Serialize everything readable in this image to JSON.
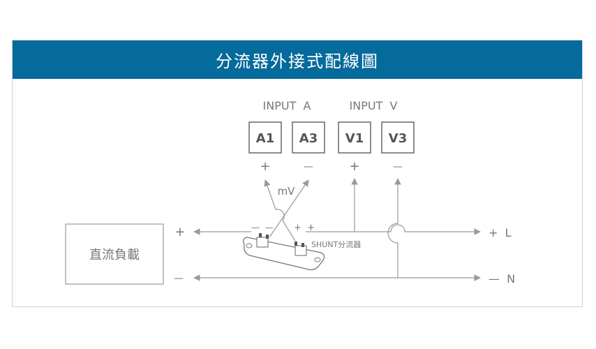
{
  "header": {
    "title": "分流器外接式配線圖"
  },
  "inputs": {
    "group_a": "INPUT  A",
    "group_v": "INPUT  V"
  },
  "terminals": [
    {
      "label": "A1",
      "polarity": "+"
    },
    {
      "label": "A3",
      "polarity": "—"
    },
    {
      "label": "V1",
      "polarity": "+"
    },
    {
      "label": "V3",
      "polarity": "—"
    }
  ],
  "signal_label": "mV",
  "shunt": {
    "label": "SHUNT分流器",
    "left_polarity": "—  —",
    "right_polarity": "+  +"
  },
  "load": {
    "label": "直流負載",
    "plus": "+",
    "minus": "—"
  },
  "lines": {
    "l_label": "+  L",
    "n_label": "—  N"
  },
  "colors": {
    "header_bg": "#056a9c",
    "line": "#999999",
    "text": "#777777",
    "terminal_text": "#555555"
  }
}
